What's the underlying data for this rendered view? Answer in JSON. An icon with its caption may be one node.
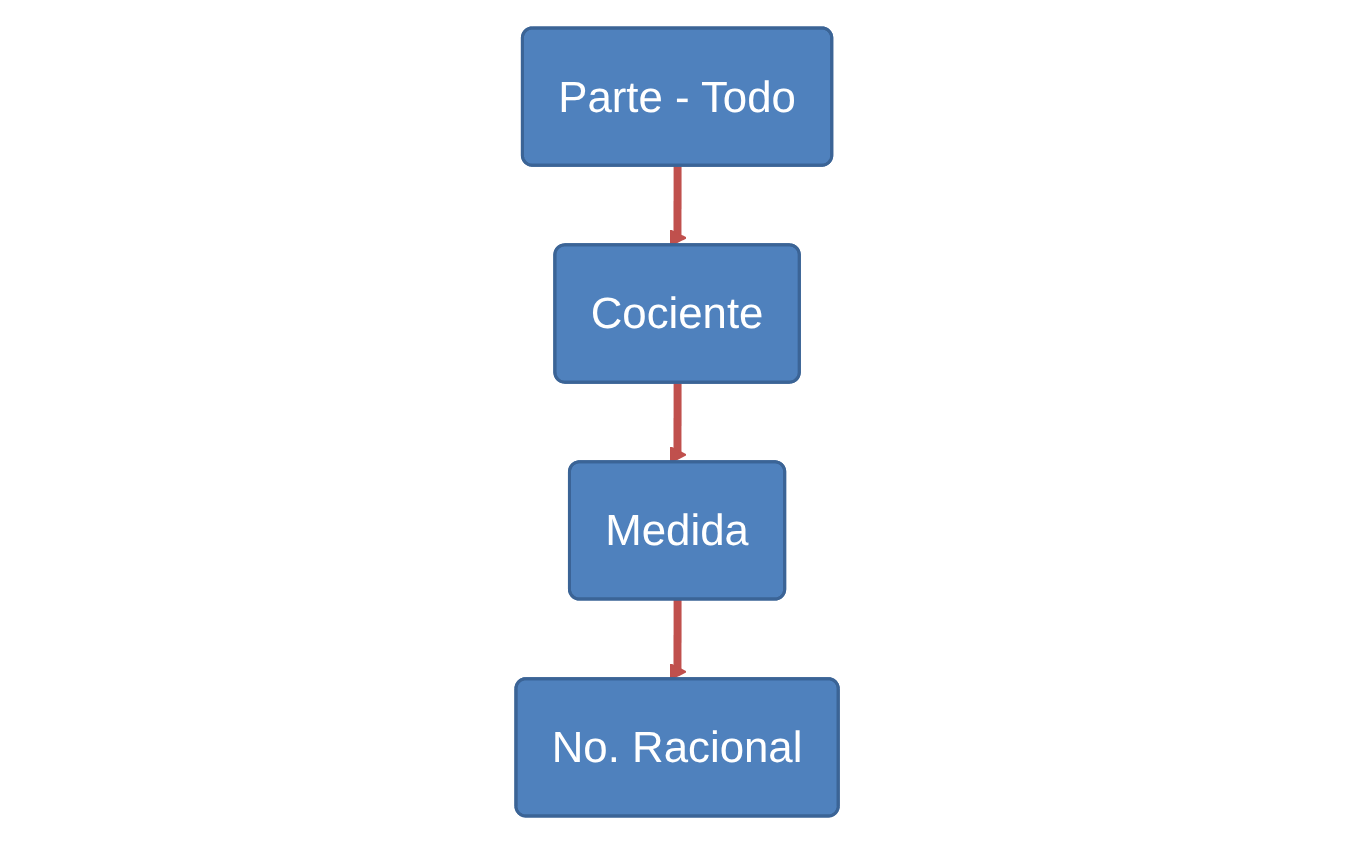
{
  "diagram": {
    "nodes": [
      {
        "text": [
          "Parte - Todo"
        ]
      },
      {
        "text": [
          "Cociente"
        ]
      },
      {
        "text": [
          "Medida"
        ]
      },
      {
        "text": [
          "No. Racional"
        ]
      }
    ],
    "edges": [
      {
        "from": 0,
        "to": 1,
        "arrow": "to",
        "color": "#c0504d"
      },
      {
        "from": 1,
        "to": 2,
        "arrow": "to",
        "color": "#c0504d"
      },
      {
        "from": 2,
        "to": 3,
        "arrow": "to",
        "color": "#c0504d"
      }
    ]
  }
}
